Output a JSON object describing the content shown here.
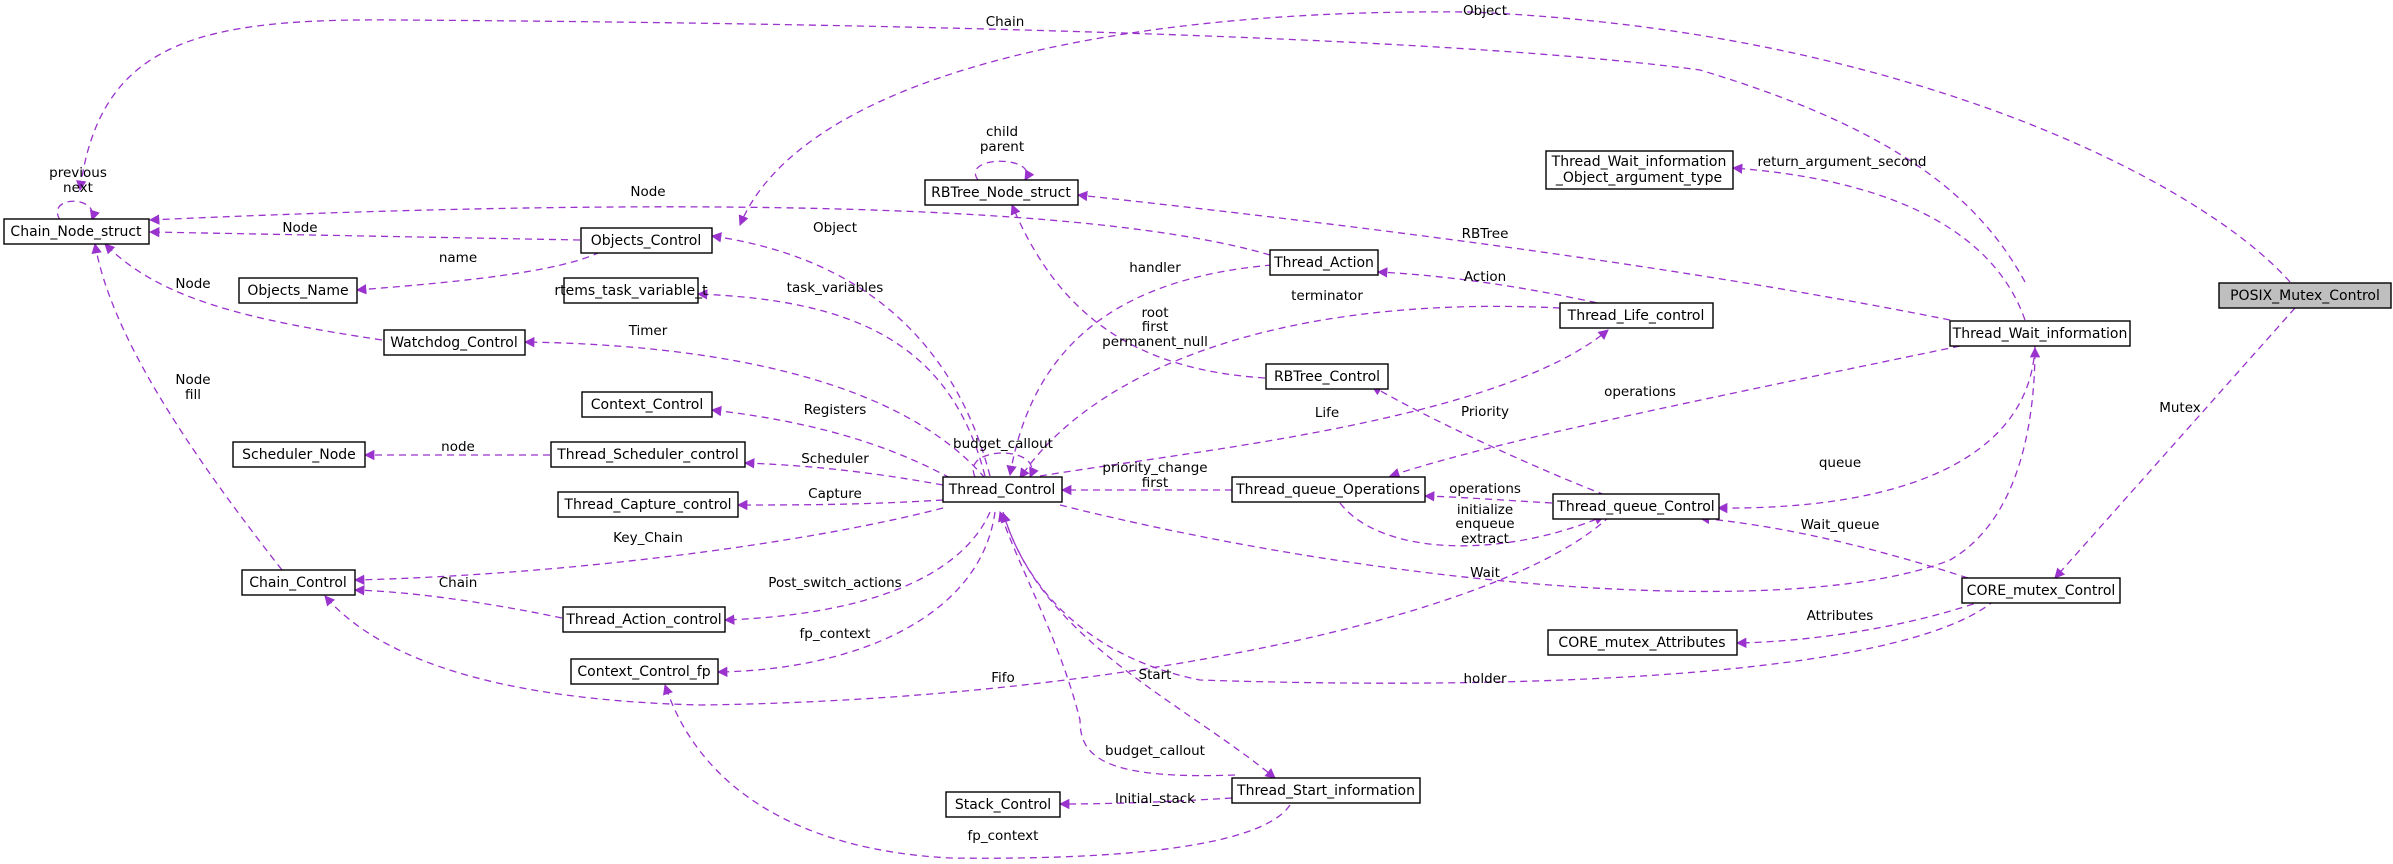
{
  "nodes": [
    {
      "id": "posix_mutex",
      "lines": [
        "POSIX_Mutex_Control"
      ],
      "focus": true
    },
    {
      "id": "chain_node",
      "lines": [
        "Chain_Node_struct"
      ]
    },
    {
      "id": "objects_control",
      "lines": [
        "Objects_Control"
      ]
    },
    {
      "id": "objects_name",
      "lines": [
        "Objects_Name"
      ]
    },
    {
      "id": "rbtree_node",
      "lines": [
        "RBTree_Node_struct"
      ]
    },
    {
      "id": "twi_obj_arg",
      "lines": [
        "Thread_Wait_information",
        "_Object_argument_type"
      ]
    },
    {
      "id": "thread_action",
      "lines": [
        "Thread_Action"
      ]
    },
    {
      "id": "rtems_task_var",
      "lines": [
        "rtems_task_variable_t"
      ]
    },
    {
      "id": "watchdog",
      "lines": [
        "Watchdog_Control"
      ]
    },
    {
      "id": "thread_life",
      "lines": [
        "Thread_Life_control"
      ]
    },
    {
      "id": "thread_wait_info",
      "lines": [
        "Thread_Wait_information"
      ]
    },
    {
      "id": "rbtree_control",
      "lines": [
        "RBTree_Control"
      ]
    },
    {
      "id": "context_control",
      "lines": [
        "Context_Control"
      ]
    },
    {
      "id": "scheduler_node",
      "lines": [
        "Scheduler_Node"
      ]
    },
    {
      "id": "thread_sched",
      "lines": [
        "Thread_Scheduler_control"
      ]
    },
    {
      "id": "thread_control",
      "lines": [
        "Thread_Control"
      ]
    },
    {
      "id": "tq_ops",
      "lines": [
        "Thread_queue_Operations"
      ]
    },
    {
      "id": "tq_control",
      "lines": [
        "Thread_queue_Control"
      ]
    },
    {
      "id": "thread_capture",
      "lines": [
        "Thread_Capture_control"
      ]
    },
    {
      "id": "chain_control",
      "lines": [
        "Chain_Control"
      ]
    },
    {
      "id": "core_mutex",
      "lines": [
        "CORE_mutex_Control"
      ]
    },
    {
      "id": "thread_action_ctl",
      "lines": [
        "Thread_Action_control"
      ]
    },
    {
      "id": "core_mutex_attr",
      "lines": [
        "CORE_mutex_Attributes"
      ]
    },
    {
      "id": "context_fp",
      "lines": [
        "Context_Control_fp"
      ]
    },
    {
      "id": "thread_start",
      "lines": [
        "Thread_Start_information"
      ]
    },
    {
      "id": "stack_control",
      "lines": [
        "Stack_Control"
      ]
    }
  ],
  "edges": [
    {
      "id": "e_chain_posix",
      "labels": [
        "Chain"
      ]
    },
    {
      "id": "e_object_posix",
      "labels": [
        "Object"
      ]
    },
    {
      "id": "e_mutex",
      "labels": [
        "Mutex"
      ]
    },
    {
      "id": "e_prevnext",
      "labels": [
        "previous",
        "next"
      ]
    },
    {
      "id": "e_node_oc",
      "labels": [
        "Node"
      ]
    },
    {
      "id": "e_name",
      "labels": [
        "name"
      ]
    },
    {
      "id": "e_node_action",
      "labels": [
        "Node"
      ]
    },
    {
      "id": "e_node_watchdog",
      "labels": [
        "Node"
      ]
    },
    {
      "id": "e_nodefill",
      "labels": [
        "Node",
        "fill"
      ]
    },
    {
      "id": "e_childparent",
      "labels": [
        "child",
        "parent"
      ]
    },
    {
      "id": "e_rbtree",
      "labels": [
        "RBTree"
      ]
    },
    {
      "id": "e_rootfirst",
      "labels": [
        "root",
        "first",
        "permanent_null"
      ]
    },
    {
      "id": "e_return_arg",
      "labels": [
        "return_argument_second"
      ]
    },
    {
      "id": "e_object_tc",
      "labels": [
        "Object"
      ]
    },
    {
      "id": "e_task_vars",
      "labels": [
        "task_variables"
      ]
    },
    {
      "id": "e_timer",
      "labels": [
        "Timer"
      ]
    },
    {
      "id": "e_handler",
      "labels": [
        "handler"
      ]
    },
    {
      "id": "e_action",
      "labels": [
        "Action"
      ]
    },
    {
      "id": "e_terminator",
      "labels": [
        "terminator"
      ]
    },
    {
      "id": "e_life",
      "labels": [
        "Life"
      ]
    },
    {
      "id": "e_operations",
      "labels": [
        "operations"
      ]
    },
    {
      "id": "e_registers",
      "labels": [
        "Registers"
      ]
    },
    {
      "id": "e_node_sched",
      "labels": [
        "node"
      ]
    },
    {
      "id": "e_scheduler",
      "labels": [
        "Scheduler"
      ]
    },
    {
      "id": "e_budget_callout_loop",
      "labels": [
        "budget_callout"
      ]
    },
    {
      "id": "e_capture",
      "labels": [
        "Capture"
      ]
    },
    {
      "id": "e_priority",
      "labels": [
        "Priority"
      ]
    },
    {
      "id": "e_priority_change",
      "labels": [
        "priority_change",
        "first"
      ]
    },
    {
      "id": "e_operations_tq",
      "labels": [
        "operations"
      ]
    },
    {
      "id": "e_init_enq",
      "labels": [
        "initialize",
        "enqueue",
        "extract"
      ]
    },
    {
      "id": "e_queue",
      "labels": [
        "queue"
      ]
    },
    {
      "id": "e_key_chain",
      "labels": [
        "Key_Chain"
      ]
    },
    {
      "id": "e_chain",
      "labels": [
        "Chain"
      ]
    },
    {
      "id": "e_wait",
      "labels": [
        "Wait"
      ]
    },
    {
      "id": "e_wait_queue",
      "labels": [
        "Wait_queue"
      ]
    },
    {
      "id": "e_post_switch",
      "labels": [
        "Post_switch_actions"
      ]
    },
    {
      "id": "e_attributes",
      "labels": [
        "Attributes"
      ]
    },
    {
      "id": "e_fp_context",
      "labels": [
        "fp_context"
      ]
    },
    {
      "id": "e_fifo",
      "labels": [
        "Fifo"
      ]
    },
    {
      "id": "e_holder",
      "labels": [
        "holder"
      ]
    },
    {
      "id": "e_start",
      "labels": [
        "Start"
      ]
    },
    {
      "id": "e_budget_callout",
      "labels": [
        "budget_callout"
      ]
    },
    {
      "id": "e_initial_stack",
      "labels": [
        "Initial_stack"
      ]
    },
    {
      "id": "e_fp_context2",
      "labels": [
        "fp_context"
      ]
    }
  ],
  "colors": {
    "edge": "#9a32cd",
    "focus_fill": "#bfbfbf",
    "node_border": "#000000"
  }
}
